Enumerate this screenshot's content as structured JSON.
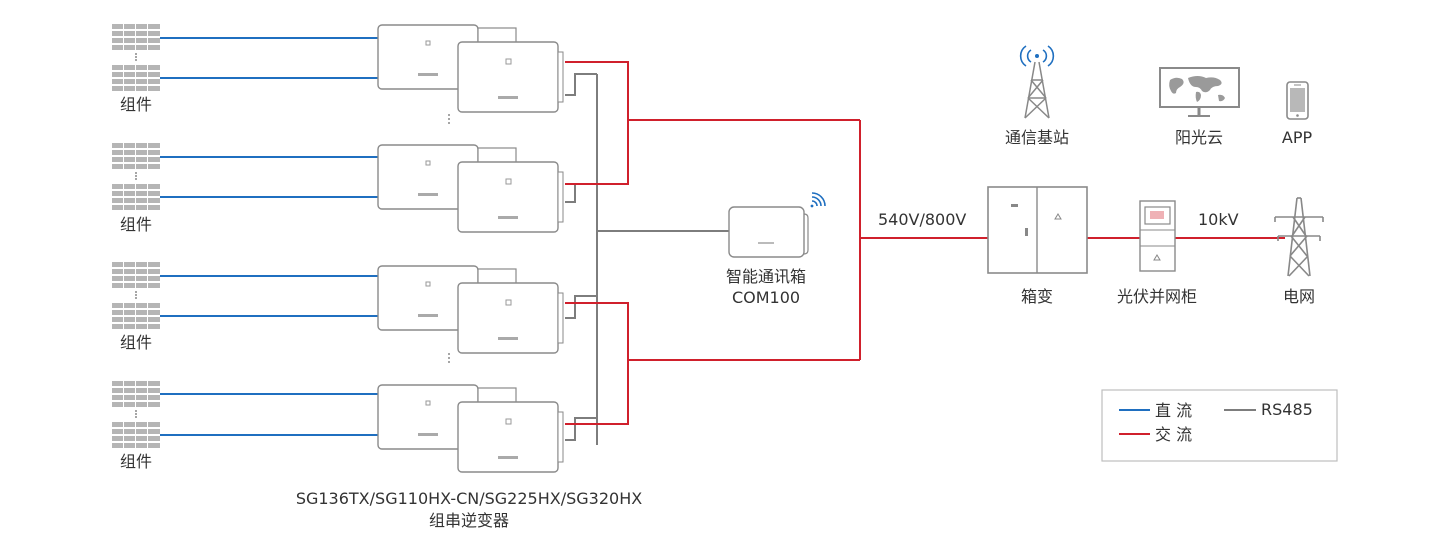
{
  "colors": {
    "dc_line": "#1f6fc0",
    "ac_line": "#d0202c",
    "rs485_line": "#7d7d7d",
    "device_stroke": "#8a8a8a",
    "panel_fill": "#b8b8b8",
    "text": "#333333"
  },
  "strings": [
    {
      "label": "组件"
    },
    {
      "label": "组件"
    },
    {
      "label": "组件"
    },
    {
      "label": "组件"
    }
  ],
  "inverter": {
    "model_line": "SG136TX/SG110HX-CN/SG225HX/SG320HX",
    "name_line": "组串逆变器"
  },
  "comm_box": {
    "name": "智能通讯箱",
    "model": "COM100"
  },
  "ac_voltage": "540V/800V",
  "transformer": {
    "label": "箱变"
  },
  "grid_cabinet": {
    "label": "光伏并网柜"
  },
  "mv_voltage": "10kV",
  "grid": {
    "label": "电网"
  },
  "monitoring": {
    "base_station": "通信基站",
    "cloud": "阳光云",
    "app": "APP"
  },
  "legend": {
    "dc": "直 流",
    "ac": "交 流",
    "rs485": "RS485"
  },
  "icons": {
    "pv_module": "solar-panel-icon",
    "inverter": "inverter-icon",
    "comm_box": "communication-box-icon",
    "wifi": "wifi-signal-icon",
    "tower": "signal-tower-icon",
    "monitor": "monitor-icon",
    "phone": "phone-icon",
    "transformer": "transformer-icon",
    "cabinet": "cabinet-icon",
    "pylon": "power-pylon-icon"
  }
}
